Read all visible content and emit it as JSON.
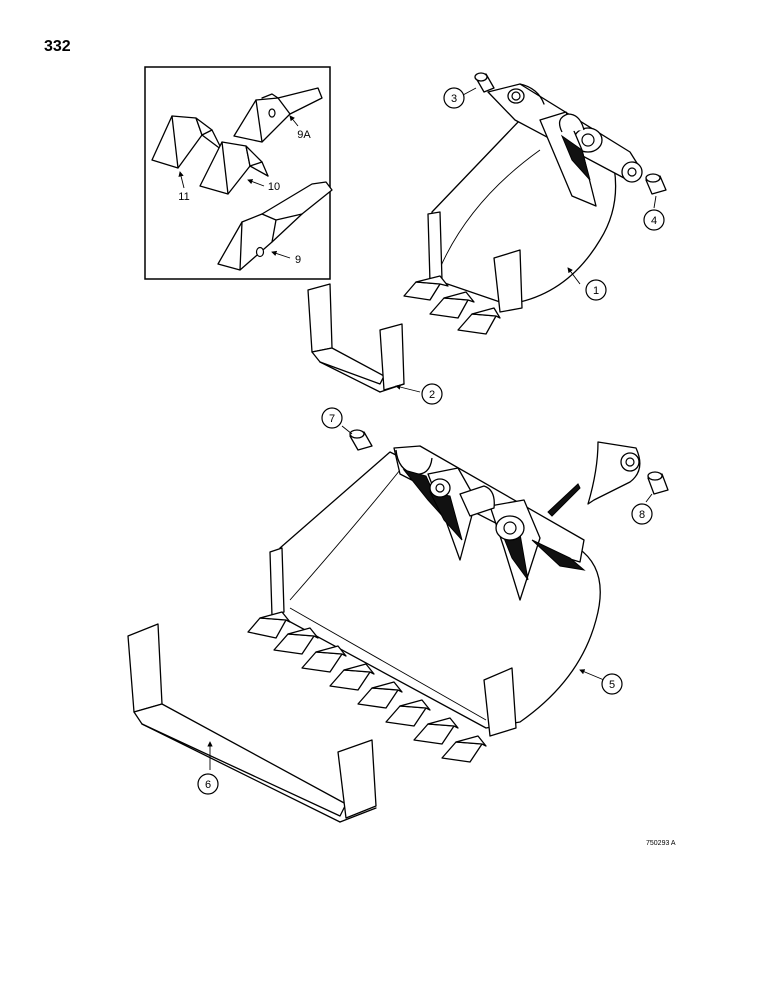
{
  "page": {
    "number": "332",
    "figure_code": "750293 A"
  },
  "inset_labels": {
    "tooth_9a": "9A",
    "tooth_9": "9",
    "adapter_10": "10",
    "tip_11": "11"
  },
  "callouts": [
    {
      "id": "1",
      "part": "small-bucket"
    },
    {
      "id": "2",
      "part": "small-side-cutter"
    },
    {
      "id": "3",
      "part": "bushing-left-small"
    },
    {
      "id": "4",
      "part": "bushing-right-small"
    },
    {
      "id": "5",
      "part": "large-bucket"
    },
    {
      "id": "6",
      "part": "large-side-cutter"
    },
    {
      "id": "7",
      "part": "bushing-left-large"
    },
    {
      "id": "8",
      "part": "bushing-right-large"
    }
  ]
}
